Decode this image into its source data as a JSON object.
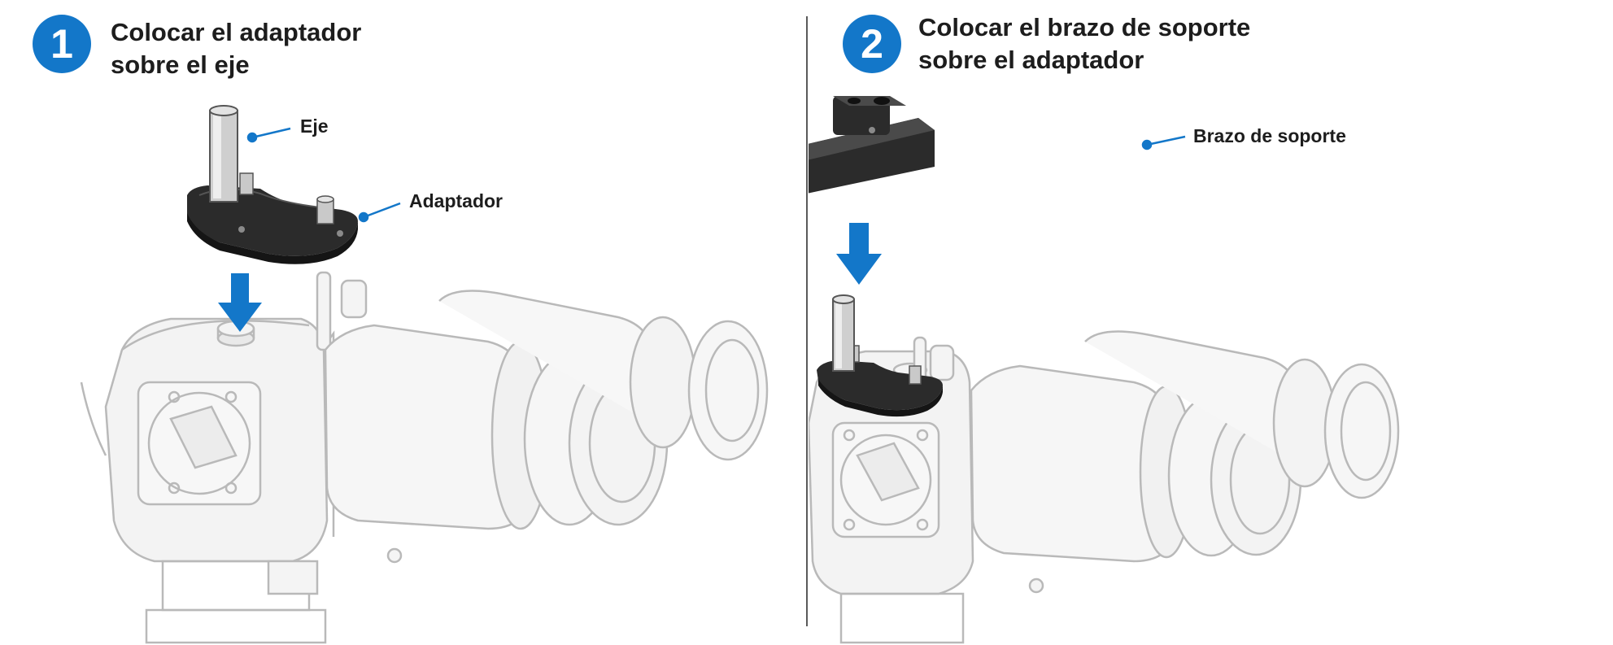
{
  "colors": {
    "accent": "#1377c9",
    "part_dark": "#2b2b2b",
    "ghost_line": "#b9b9b9"
  },
  "steps": [
    {
      "number": "1",
      "title_lines": [
        "Colocar el adaptador",
        "sobre el eje"
      ],
      "labels": {
        "shaft": "Eje",
        "adapter": "Adaptador"
      },
      "icons": [
        "down-arrow-icon"
      ]
    },
    {
      "number": "2",
      "title_lines": [
        "Colocar el brazo de soporte",
        "sobre el adaptador"
      ],
      "labels": {
        "support_arm": "Brazo de soporte"
      },
      "icons": [
        "down-arrow-icon"
      ]
    }
  ]
}
